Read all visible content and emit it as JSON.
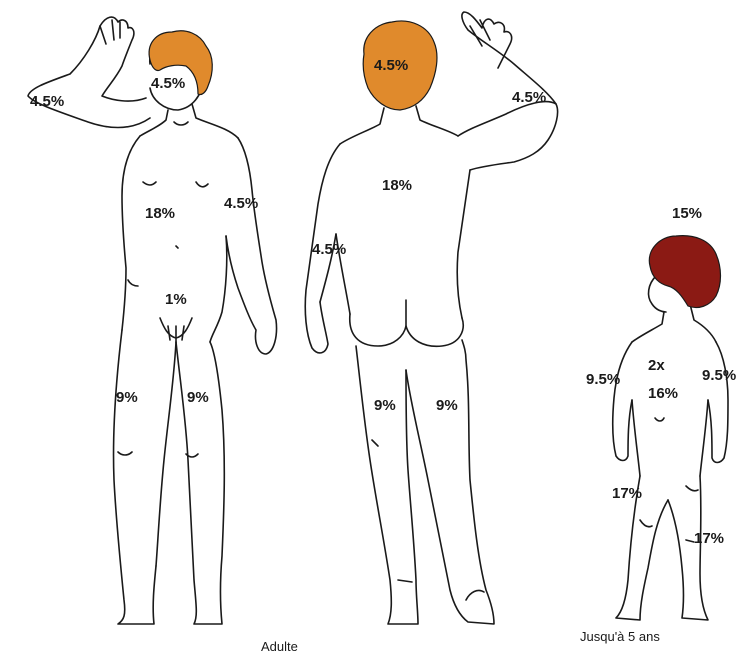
{
  "colors": {
    "adult_hair": "#e08a2c",
    "child_hair": "#8b1a14",
    "outline": "#1a1a1a",
    "background": "#ffffff"
  },
  "adult_front": {
    "head": "4.5%",
    "left_arm": "4.5%",
    "right_arm": "4.5%",
    "trunk": "18%",
    "genitals": "1%",
    "left_leg": "9%",
    "right_leg": "9%"
  },
  "adult_back": {
    "head": "4.5%",
    "arm_raised": "4.5%",
    "arm_lowered": "4.5%",
    "trunk": "18%",
    "left_leg": "9%",
    "right_leg": "9%"
  },
  "child": {
    "head": "15%",
    "left_arm": "9.5%",
    "right_arm": "9.5%",
    "trunk_multiplier": "2x",
    "trunk": "16%",
    "left_leg": "17%",
    "right_leg": "17%"
  },
  "captions": {
    "adult": "Adulte",
    "child": "Jusqu'à 5 ans"
  }
}
